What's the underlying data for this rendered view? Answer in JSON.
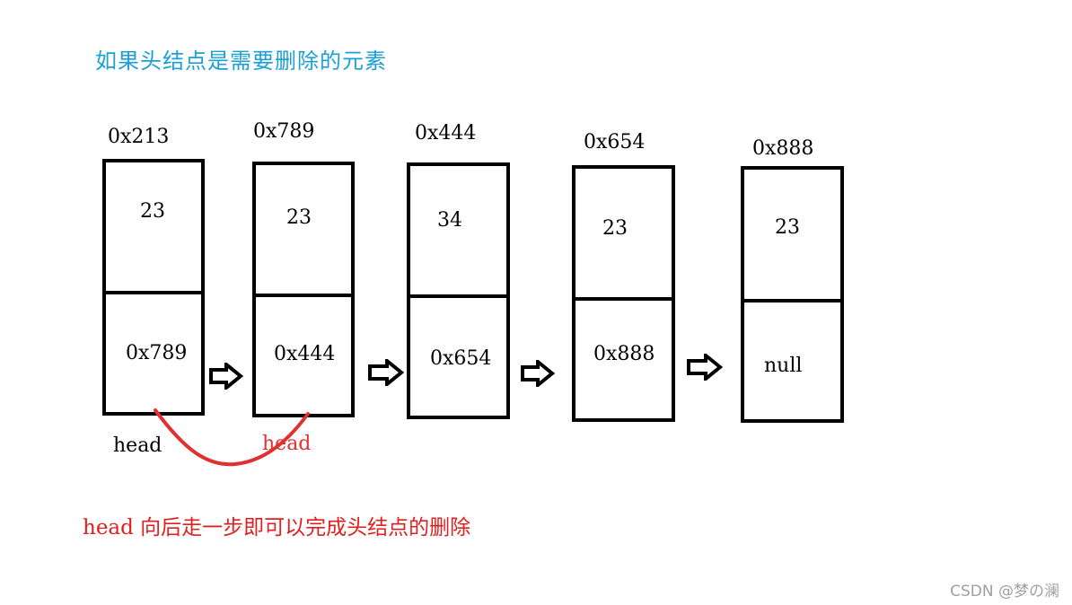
{
  "title": "如果头结点是需要删除的元素",
  "nodes": [
    {
      "addr": "0x213",
      "value": "23",
      "next": "0x789"
    },
    {
      "addr": "0x789",
      "value": "23",
      "next": "0x444"
    },
    {
      "addr": "0x444",
      "value": "34",
      "next": "0x654"
    },
    {
      "addr": "0x654",
      "value": "23",
      "next": "0x888"
    },
    {
      "addr": "0x888",
      "value": "23",
      "next": "null"
    }
  ],
  "labels": {
    "old_head": "head",
    "new_head": "head"
  },
  "note": "head 向后走一步即可以完成头结点的删除",
  "watermark": "CSDN @梦の澜",
  "colors": {
    "title": "#1aa0d6",
    "note": "#e02020",
    "curve": "#e03030"
  }
}
